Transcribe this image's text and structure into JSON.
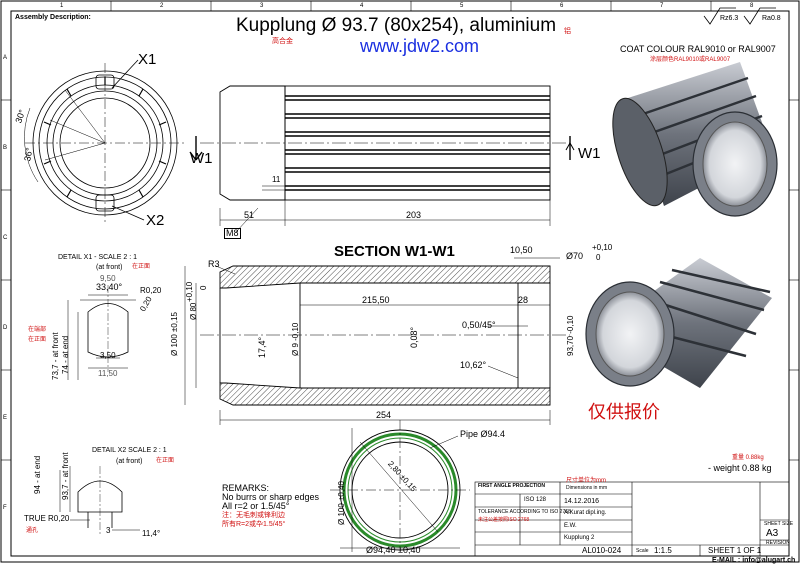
{
  "sheet": {
    "assembly_label": "Assembly Description:",
    "title": "Kupplung  Ø 93.7 (80x254), aluminium",
    "title_cn": "铝",
    "title_cn2": "高合金",
    "website": "www.jdw2.com",
    "roughness1": "Rz6.3",
    "roughness2": "Ra0.8",
    "coat": "COAT COLOUR RAL9010 or RAL9007",
    "coat_cn": "涂层颜色RAL9010或RAL9007",
    "grid_cols": [
      "1",
      "2",
      "3",
      "4",
      "5",
      "6",
      "7",
      "8"
    ],
    "grid_rows": [
      "A",
      "B",
      "C",
      "D",
      "E",
      "F"
    ]
  },
  "front_view": {
    "label_x1": "X1",
    "label_x2": "X2",
    "angle_30": "30°",
    "angle_36": "36°"
  },
  "side_view": {
    "section_left": "W1",
    "section_right": "W1",
    "dim_11": "11",
    "dim_51": "51",
    "dim_203": "203",
    "thread": "M8"
  },
  "section": {
    "title": "SECTION W1-W1",
    "r3": "R3",
    "d1050": "10,50",
    "d70": "Ø70",
    "tol70_up": "+0,10",
    "tol70_lo": "0",
    "d21550": "215,50",
    "d28": "28",
    "chamfer": "0,50/45°",
    "d80": "Ø 80",
    "tol80_up": "+0,10",
    "tol80_lo": "0",
    "d100": "Ø 100 ±0,15",
    "ang174": "17,4°",
    "d9": "Ø 9 -0,10",
    "ang008": "0,08°",
    "d937": "93,70 -0,10",
    "ang1062": "10,62°",
    "d254": "254"
  },
  "detail_x1": {
    "title": "DETAIL X1 - SCALE 2 : 1",
    "sub": "(at front)",
    "sub_cn": "在正面",
    "d950": "9,50",
    "ang3340": "33,40°",
    "r020": "R0,20",
    "d020": "0,20",
    "d737": "73,7 - at front",
    "d74": "74 - at end",
    "cn_end": "在端部",
    "cn_front": "在正面",
    "d350": "3,50",
    "d1150": "11,50"
  },
  "detail_x2": {
    "title": "DETAIL X2 SCALE 2 : 1",
    "sub": "(at front)",
    "sub_cn": "在正面",
    "d94": "94 - at end",
    "d937": "93,7 - at front",
    "true_r": "TRUE R0,20",
    "cn_hole": "通孔",
    "d3": "3",
    "ang114": "11,4°"
  },
  "ring_view": {
    "pipe": "Pipe Ø94.4",
    "d280": "2,80 ±0,15",
    "d100": "Ø 100 ±0,40",
    "d9440": "Ø94,40 ±0,40"
  },
  "remarks": {
    "title": "REMARKS:",
    "l1": "No burrs or sharp edges",
    "l2": "All r=2 or 1.5/45°",
    "l3_cn": "注：无毛刺或锋利边",
    "l4_cn": "所有R=2或卆1.5/45°"
  },
  "price_note": "仅供报价",
  "weight": {
    "cn": "重量 0.88kg",
    "text": "- weight 0.88 kg"
  },
  "title_block": {
    "projection": "FIRST ANGLE PROJECTION",
    "unit_cn": "尺寸单位为mm",
    "dims_in": "Dimensions in mm",
    "iso": "ISO 128",
    "date": "14.12.2016",
    "drawn": "A.Kurat dipl.ing.",
    "checked": "E.W.",
    "name": "Kupplung 2",
    "drawing_no": "AL010-024",
    "scale_label": "Scale",
    "scale": "1:1.5",
    "sheet": "SHEET 1 OF 1",
    "size": "A3",
    "size_label": "SHEET SIZE",
    "revision": "REVISION",
    "email": "E-MAIL : info@alugart.ch",
    "tol_cn": "未注公差按照ISO 2768",
    "tol_text": "TOLERANCE ACCORDING TO ISO 2768"
  }
}
